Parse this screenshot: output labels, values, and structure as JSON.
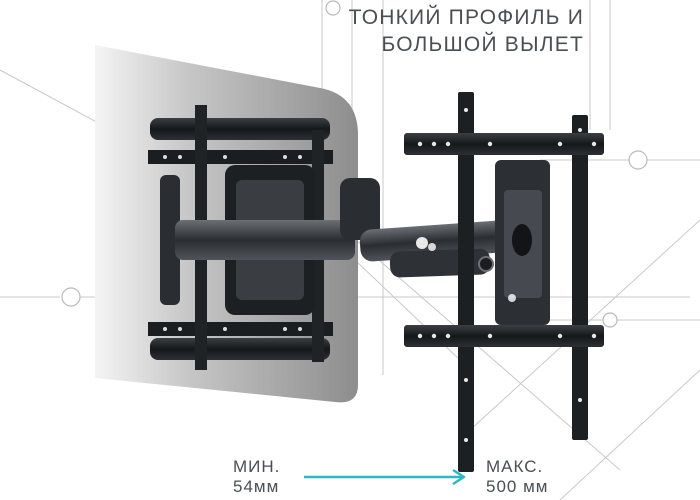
{
  "headline": {
    "line1": "ТОНКИЙ ПРОФИЛЬ И",
    "line2": "БОЛЬШОЙ ВЫЛЕТ"
  },
  "depth_min": {
    "label": "МИН.",
    "value": "54мм"
  },
  "depth_max": {
    "label": "МАКС.",
    "value": "500 мм"
  },
  "colors": {
    "text": "#4a4f54",
    "arrow": "#2bb8c4",
    "wall_light": "#d5d5d5",
    "wall_dark": "#8f8f8f",
    "bracket": "#1e2124",
    "guide_lines": "#c9c9c9"
  },
  "icons": [
    "bracket-logo-icon",
    "arrow-right-icon"
  ]
}
